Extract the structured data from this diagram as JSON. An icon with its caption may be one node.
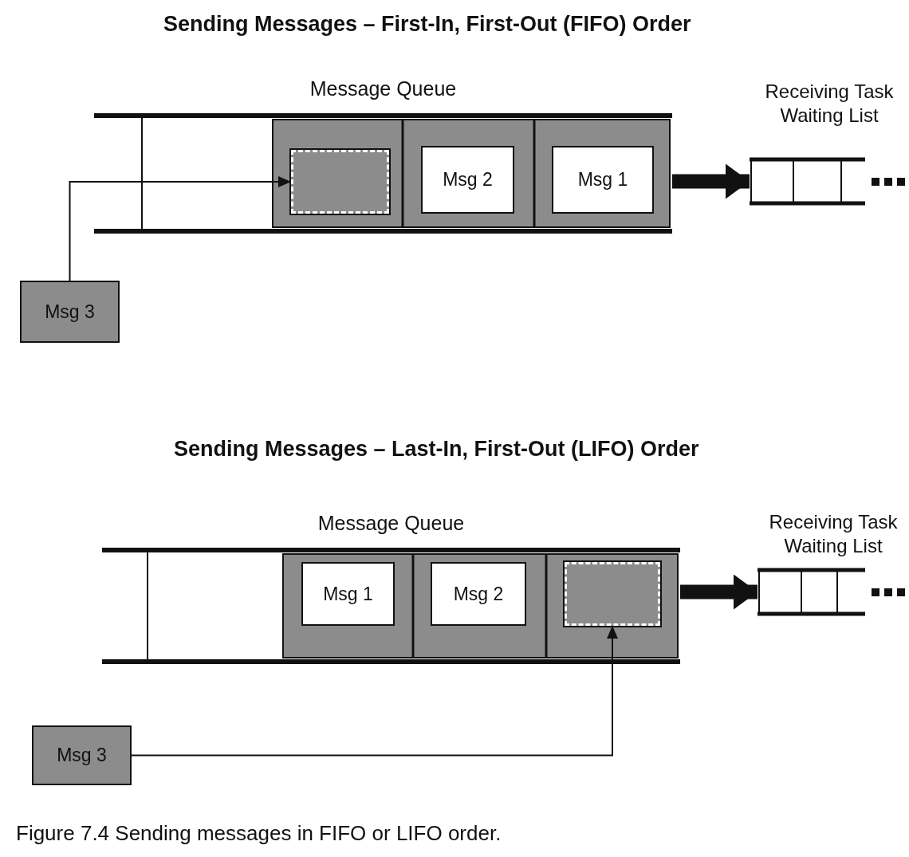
{
  "diagram": {
    "caption": "Figure 7.4 Sending messages in FIFO or LIFO order.",
    "nodes": [
      {
        "text": [
          "Message Queue"
        ]
      },
      {
        "text": [],
        "shape": "box",
        "in": 0
      },
      {
        "text": [
          "Msg 2"
        ],
        "in": 0
      },
      {
        "text": [
          "Msg 1"
        ],
        "in": 0
      },
      {
        "text": [
          "Receiving Task Waiting List"
        ]
      },
      {
        "text": [
          "Msg 3"
        ]
      },
      {
        "text": [
          "Message Queue"
        ]
      },
      {
        "text": [
          "Msg 1"
        ],
        "in": 6
      },
      {
        "text": [
          "Msg 2"
        ],
        "in": 6
      },
      {
        "text": [],
        "shape": "box",
        "in": 6
      },
      {
        "text": [
          "Receiving Task Waiting List"
        ]
      },
      {
        "text": [
          "Msg 3"
        ]
      }
    ],
    "edges": [
      {
        "from": 5,
        "to": 1,
        "arrow": "to"
      },
      {
        "from": 0,
        "to": 4,
        "arrow": "to",
        "style": "thick"
      },
      {
        "from": 11,
        "to": 9,
        "arrow": "to"
      },
      {
        "from": 6,
        "to": 10,
        "arrow": "to",
        "style": "thick"
      }
    ],
    "labels": [
      "Sending Messages – First-In, First-Out (FIFO) Order",
      "Sending Messages – Last-In, First-Out (LIFO) Order"
    ]
  }
}
